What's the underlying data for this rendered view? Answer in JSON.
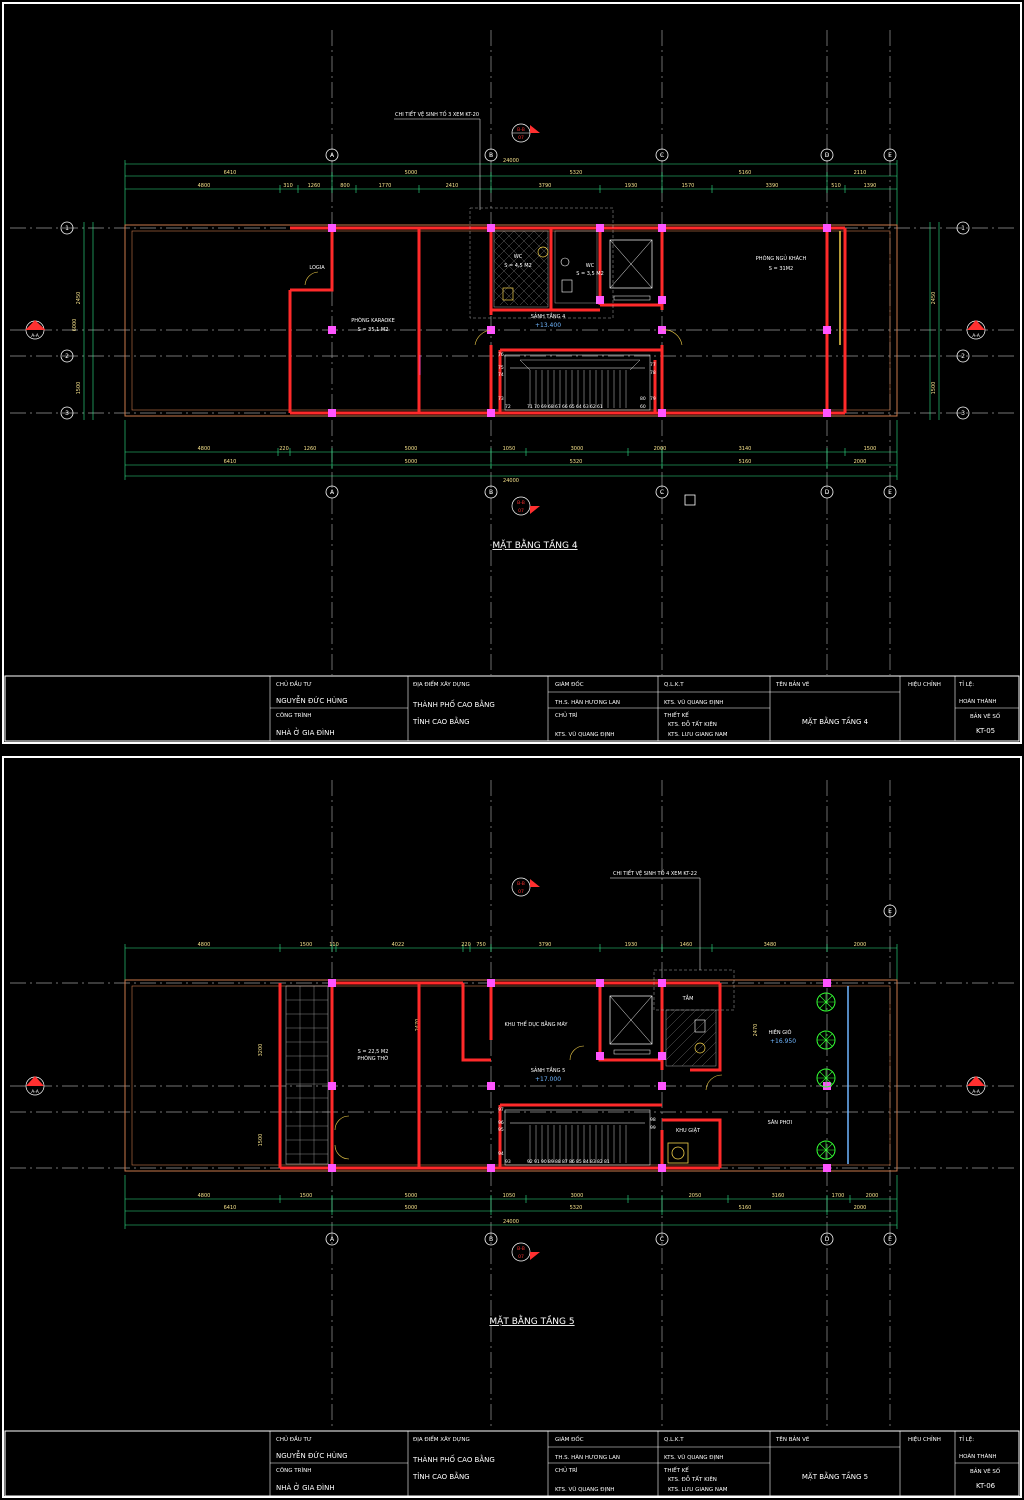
{
  "sheets": [
    {
      "title": "MẶT BẰNG TẦNG 4",
      "callout": "CHI TIẾT VỆ SINH TỐ 3 XEM KT-20",
      "axes_columns": [
        "A",
        "B",
        "C",
        "D",
        "E"
      ],
      "axes_rows": [
        "1",
        "2",
        "3"
      ],
      "section_mark": {
        "id": "B-B",
        "ref": "07"
      },
      "section_side": "A-A",
      "rooms": [
        {
          "name": "LOGIA",
          "area": ""
        },
        {
          "name": "PHÒNG KARAOKE",
          "area": "S = 35,1 M2"
        },
        {
          "name": "WC",
          "area": "S = 4,5 M2"
        },
        {
          "name": "WC",
          "area": "S = 3,5 M2"
        },
        {
          "name": "PHÒNG NGỦ KHÁCH",
          "area": "S = 31M2"
        },
        {
          "name": "SẢNH TẦNG 4",
          "area": "+13.400"
        }
      ],
      "dims_top_total": "24000",
      "dims_top_axes": [
        "6410",
        "5000",
        "5320",
        "5160",
        "2110"
      ],
      "dims_top_detail": [
        "4800",
        "310",
        "1260",
        "800",
        "1770",
        "2410",
        "3790",
        "1930",
        "1570",
        "3390",
        "510",
        "1390"
      ],
      "dims_bottom_detail": [
        "4800",
        "220",
        "1260",
        "5000",
        "1050",
        "3000",
        "2000",
        "3140",
        "1500"
      ],
      "dims_bottom_axes": [
        "6410",
        "5000",
        "5320",
        "5160",
        "2000"
      ],
      "dims_bottom_total": "24000",
      "dims_side": [
        "2450",
        "1500",
        "6000"
      ],
      "stairs_numbers": [
        "71",
        "70",
        "69",
        "68",
        "67",
        "66",
        "65",
        "64",
        "63",
        "62",
        "61",
        "60",
        "72",
        "73",
        "74",
        "75",
        "76",
        "77",
        "78",
        "79",
        "80"
      ],
      "title_block": {
        "owner_label": "CHỦ ĐẦU TƯ",
        "owner": "NGUYỄN ĐỨC HÙNG",
        "project_label": "CÔNG TRÌNH",
        "project": "NHÀ Ở GIA ĐÌNH",
        "location_label": "ĐỊA ĐIỂM XÂY DỰNG",
        "location1": "THÀNH PHỐ CAO BẰNG",
        "location2": "TỈNH CAO BẰNG",
        "director_label": "GIÁM ĐỐC",
        "director": "TH.S. HÀN HƯƠNG LAN",
        "chief_label": "CHỦ TRÌ",
        "chief": "KTS. VŨ QUANG ĐỊNH",
        "qlkt_label": "Q.L.K.T",
        "qlkt": "KTS. VŨ QUANG ĐỊNH",
        "design_label": "THIẾT KẾ",
        "design1": "KTS. ĐỖ TẤT KIÊN",
        "design2": "KTS. LƯU GIANG NAM",
        "drawing_name_label": "TÊN BẢN VẼ",
        "drawing_name": "MẶT BẰNG TẦNG 4",
        "revision_label": "HIỆU CHỈNH",
        "scale_label": "TỈ LỆ:",
        "scale": "HOÀN THÀNH",
        "sheet_label": "BẢN VẼ SỐ",
        "sheet": "KT-05"
      }
    },
    {
      "title": "MẶT BẰNG TẦNG 5",
      "callout": "CHI TIẾT VỆ SINH TỐ 4 XEM KT-22",
      "axes_columns": [
        "A",
        "B",
        "C",
        "D",
        "E"
      ],
      "axes_rows": [],
      "section_mark": {
        "id": "B-B",
        "ref": "07"
      },
      "section_side": "A-A",
      "rooms": [
        {
          "name": "PHÒNG THỜ",
          "area": "S = 22,5 M2"
        },
        {
          "name": "KHU THỂ DỤC BẰNG MÁY",
          "area": ""
        },
        {
          "name": "TẮM",
          "area": ""
        },
        {
          "name": "HIÊN GIÓ",
          "area": "+16.950"
        },
        {
          "name": "SẢNH TẦNG 5",
          "area": "+17.000"
        },
        {
          "name": "KHU GIẶT",
          "area": ""
        },
        {
          "name": "SÂN PHƠI",
          "area": ""
        }
      ],
      "dims_top_detail": [
        "4800",
        "1500",
        "110",
        "4022",
        "220",
        "750",
        "3790",
        "1930",
        "1460",
        "3480",
        "2000"
      ],
      "dims_bottom_detail": [
        "4800",
        "1500",
        "5000",
        "1050",
        "3000",
        "2050",
        "3160",
        "1700",
        "2000"
      ],
      "dims_bottom_axes": [
        "6410",
        "5000",
        "5320",
        "5160",
        "2000"
      ],
      "dims_bottom_total": "24000",
      "dims_side": [
        "2470",
        "3200",
        "1500"
      ],
      "stairs_numbers": [
        "93",
        "92",
        "91",
        "90",
        "89",
        "88",
        "87",
        "86",
        "85",
        "84",
        "83",
        "82",
        "81",
        "94",
        "95",
        "96",
        "97",
        "98",
        "99"
      ],
      "title_block": {
        "owner_label": "CHỦ ĐẦU TƯ",
        "owner": "NGUYỄN ĐỨC HÙNG",
        "project_label": "CÔNG TRÌNH",
        "project": "NHÀ Ở GIA ĐÌNH",
        "location_label": "ĐỊA ĐIỂM XÂY DỰNG",
        "location1": "THÀNH PHỐ CAO BẰNG",
        "location2": "TỈNH CAO BẰNG",
        "director_label": "GIÁM ĐỐC",
        "director": "TH.S. HÀN HƯƠNG LAN",
        "chief_label": "CHỦ TRÌ",
        "chief": "KTS. VŨ QUANG ĐỊNH",
        "qlkt_label": "Q.L.K.T",
        "qlkt": "KTS. VŨ QUANG ĐỊNH",
        "design_label": "THIẾT KẾ",
        "design1": "KTS. ĐỖ TẤT KIÊN",
        "design2": "KTS. LƯU GIANG NAM",
        "drawing_name_label": "TÊN BẢN VẼ",
        "drawing_name": "MẶT BẰNG TẦNG 5",
        "revision_label": "HIỆU CHỈNH",
        "scale_label": "TỈ LỆ:",
        "scale": "HOÀN THÀNH",
        "sheet_label": "BẢN VẼ SỐ",
        "sheet": "KT-06"
      }
    }
  ],
  "colors": {
    "background": "#000000",
    "wall": "#ff2a2a",
    "column": "#ff55ff",
    "axis_line": "#a8a8a8",
    "dimension": "#2ee88a",
    "outline": "#c8784a",
    "text": "#ffffff",
    "elevation": "#6fb6ff",
    "plant": "#33ff33",
    "section_marker": "#ff3030"
  }
}
